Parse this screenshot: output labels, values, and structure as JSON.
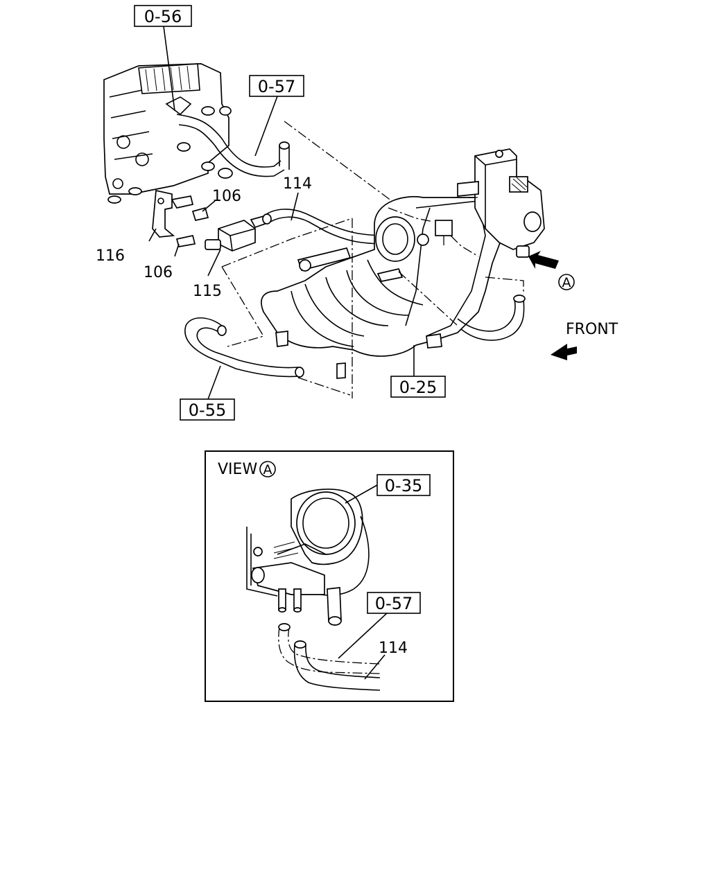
{
  "callouts": {
    "c056": "0-56",
    "c057_top": "0-57",
    "c025": "0-25",
    "c055": "0-55",
    "c035": "0-35",
    "c057_view": "0-57"
  },
  "labels": {
    "p114_top": "114",
    "p106_upper": "106",
    "p106_lower": "106",
    "p116": "116",
    "p115": "115",
    "p114_view": "114"
  },
  "view_marker": "A",
  "front_label": "FRONT",
  "view_title": "VIEW",
  "view_title_marker": "A"
}
